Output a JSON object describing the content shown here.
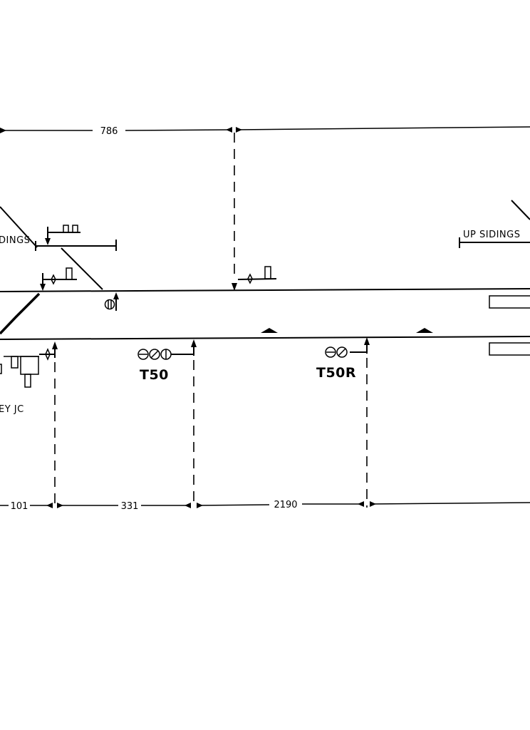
{
  "labels": {
    "up_sidings_left": "DINGS",
    "up_sidings_right": "UP SIDINGS",
    "junction": "EY JC"
  },
  "signals": {
    "t50": "T50",
    "t50r": "T50R"
  },
  "distances": {
    "top_786": "786",
    "bottom_101": "101",
    "bottom_331": "331",
    "bottom_2190": "2190"
  },
  "colors": {
    "ink": "#000000",
    "paper": "#ffffff"
  }
}
